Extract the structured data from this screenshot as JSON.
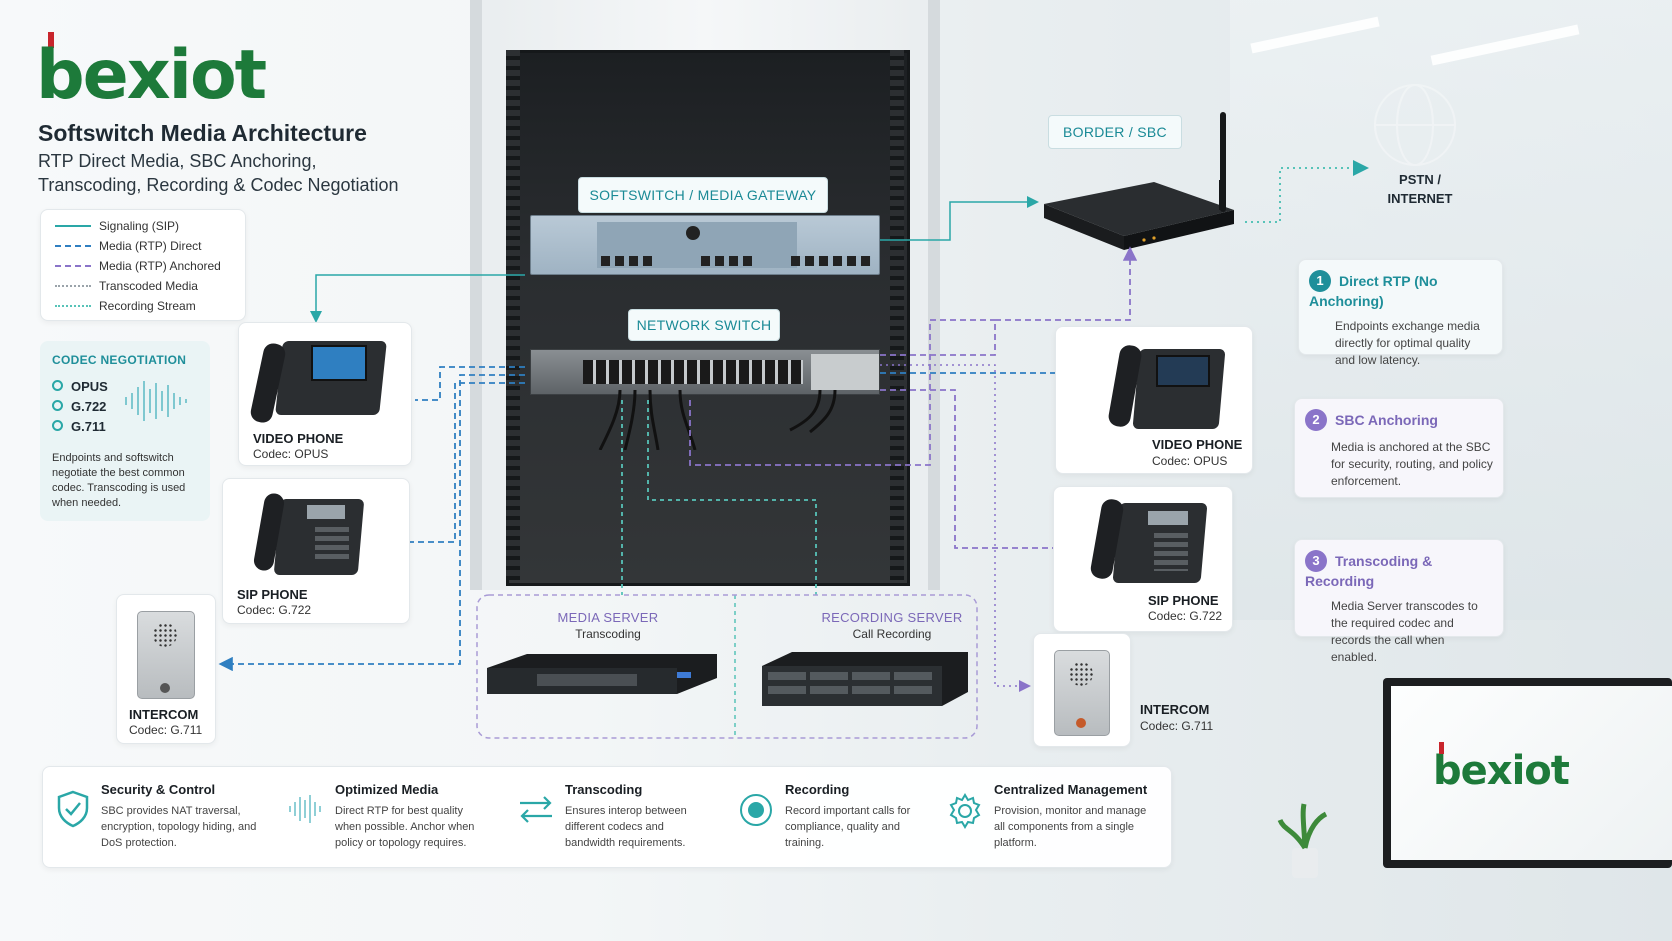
{
  "brand": {
    "logo_text": "bexiot",
    "logo_color": "#1d7a3a",
    "accent_red": "#c8252c"
  },
  "header": {
    "title": "Softswitch Media Architecture",
    "subtitle_line1": "RTP Direct Media, SBC Anchoring,",
    "subtitle_line2": "Transcoding, Recording & Codec Negotiation"
  },
  "legend": [
    {
      "label": "Signaling (SIP)",
      "color": "#2aa7a7",
      "style": "solid"
    },
    {
      "label": "Media (RTP) Direct",
      "color": "#2f7fc1",
      "style": "dashed"
    },
    {
      "label": "Media (RTP) Anchored",
      "color": "#8a74c9",
      "style": "dashed"
    },
    {
      "label": "Transcoded Media",
      "color": "#9aa3aa",
      "style": "dotted"
    },
    {
      "label": "Recording Stream",
      "color": "#57c3b8",
      "style": "dotted"
    }
  ],
  "codec": {
    "title": "CODEC NEGOTIATION",
    "items": [
      "OPUS",
      "G.722",
      "G.711"
    ],
    "note": "Endpoints and softswitch negotiate the best common codec. Transcoding is used when needed."
  },
  "rack_labels": {
    "softswitch": "SOFTSWITCH / MEDIA GATEWAY",
    "switch": "NETWORK SWITCH",
    "border": "BORDER / SBC",
    "pstn": "PSTN / INTERNET"
  },
  "left_devices": [
    {
      "name": "VIDEO PHONE",
      "codec": "Codec: OPUS"
    },
    {
      "name": "SIP PHONE",
      "codec": "Codec: G.722"
    },
    {
      "name": "INTERCOM",
      "codec": "Codec: G.711"
    }
  ],
  "right_devices": [
    {
      "name": "VIDEO PHONE",
      "codec": "Codec: OPUS"
    },
    {
      "name": "SIP PHONE",
      "codec": "Codec: G.722"
    },
    {
      "name": "INTERCOM",
      "codec": "Codec: G.711"
    }
  ],
  "servers": {
    "media": {
      "name": "MEDIA SERVER",
      "sub": "Transcoding"
    },
    "recording": {
      "name": "RECORDING SERVER",
      "sub": "Call Recording"
    }
  },
  "right_panels": [
    {
      "num": "1",
      "title": "Direct RTP (No Anchoring)",
      "text": "Endpoints exchange media directly for optimal quality and low latency.",
      "color": "#1f8f9a"
    },
    {
      "num": "2",
      "title": "SBC Anchoring",
      "text": "Media is anchored at the SBC for security, routing, and policy enforcement.",
      "color": "#8a74c9"
    },
    {
      "num": "3",
      "title": "Transcoding & Recording",
      "text": "Media Server transcodes to the required codec and records the call when enabled.",
      "color": "#8a74c9"
    }
  ],
  "features": [
    {
      "title": "Security & Control",
      "text": "SBC provides NAT traversal, encryption, topology hiding, and DoS protection.",
      "icon": "shield-check-icon"
    },
    {
      "title": "Optimized Media",
      "text": "Direct RTP for best quality when possible. Anchor when policy or topology requires.",
      "icon": "waveform-icon"
    },
    {
      "title": "Transcoding",
      "text": "Ensures interop between different codecs and bandwidth requirements.",
      "icon": "swap-arrows-icon"
    },
    {
      "title": "Recording",
      "text": "Record important calls for compliance, quality and training.",
      "icon": "record-icon"
    },
    {
      "title": "Centralized Management",
      "text": "Provision, monitor and manage all components from a single platform.",
      "icon": "gear-icon"
    }
  ],
  "monitor_logo": "bexiot"
}
